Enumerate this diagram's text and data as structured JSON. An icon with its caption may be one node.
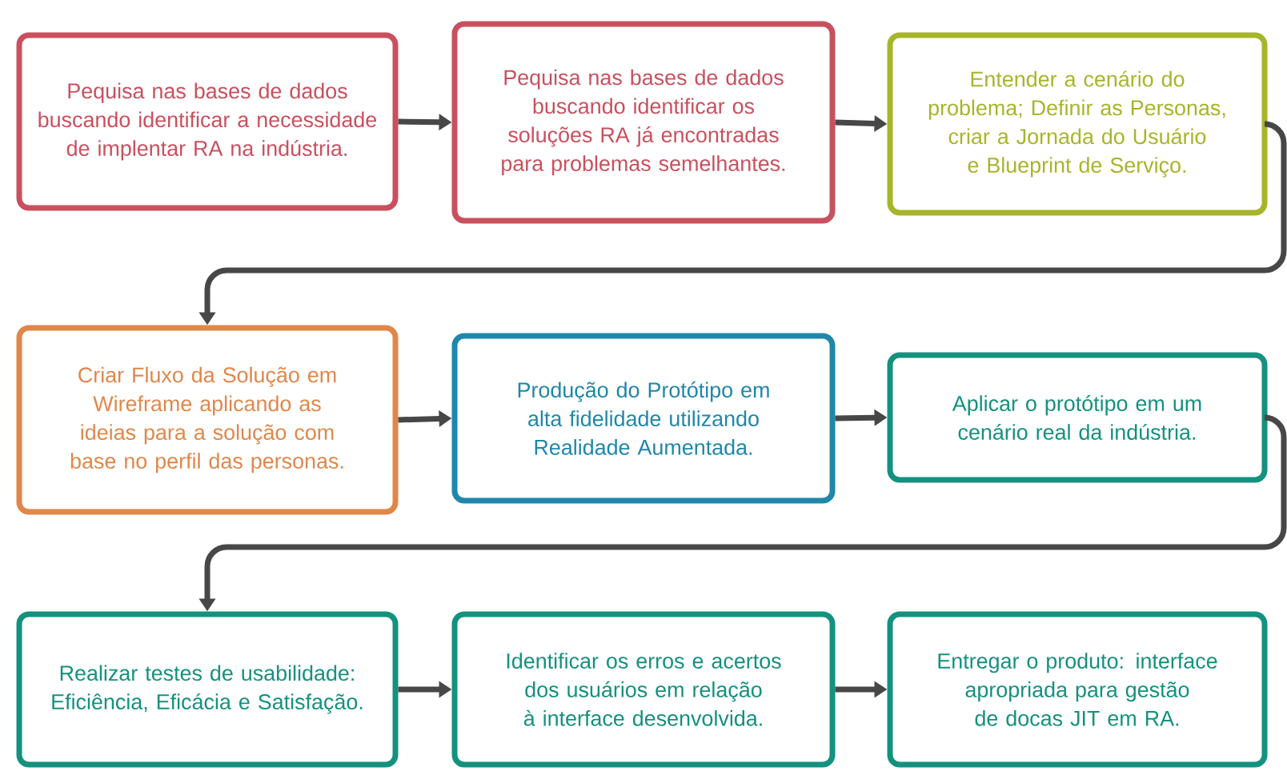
{
  "diagram": {
    "nodes": [
      {
        "text": [
          "Pequisa nas bases de dados buscando identificar a necessidade de implentar RA na indústria."
        ]
      },
      {
        "text": [
          "Pequisa nas bases de dados buscando identificar os soluções RA já encontradas para problemas semelhantes."
        ]
      },
      {
        "text": [
          "Entender a cenário do problema; Definir as Personas, criar a Jornada do Usuário e Blueprint de Serviço."
        ]
      },
      {
        "text": [
          "Criar Fluxo da Solução em Wireframe aplicando as ideias para a solução com base no perfil das personas."
        ]
      },
      {
        "text": [
          "Produção do Protótipo em alta fidelidade utilizando Realidade Aumentada."
        ]
      },
      {
        "text": [
          "Aplicar o protótipo em um cenário real da indústria."
        ]
      },
      {
        "text": [
          "Realizar testes de usabilidade: Eficiência, Eficácia e Satisfação."
        ]
      },
      {
        "text": [
          "Identificar os erros e acertos dos usuários em relação à interface desenvolvida."
        ]
      },
      {
        "text": [
          "Entregar o produto: interface apropriada para gestão de docas JIT em RA."
        ]
      }
    ],
    "edges": [
      {
        "from": 0,
        "to": 1,
        "arrow": "to"
      },
      {
        "from": 1,
        "to": 2,
        "arrow": "to"
      },
      {
        "from": 2,
        "to": 3,
        "arrow": "to"
      },
      {
        "from": 3,
        "to": 4,
        "arrow": "to"
      },
      {
        "from": 4,
        "to": 5,
        "arrow": "to"
      },
      {
        "from": 5,
        "to": 6,
        "arrow": "to"
      },
      {
        "from": 6,
        "to": 7,
        "arrow": "to"
      },
      {
        "from": 7,
        "to": 8,
        "arrow": "to"
      }
    ]
  }
}
